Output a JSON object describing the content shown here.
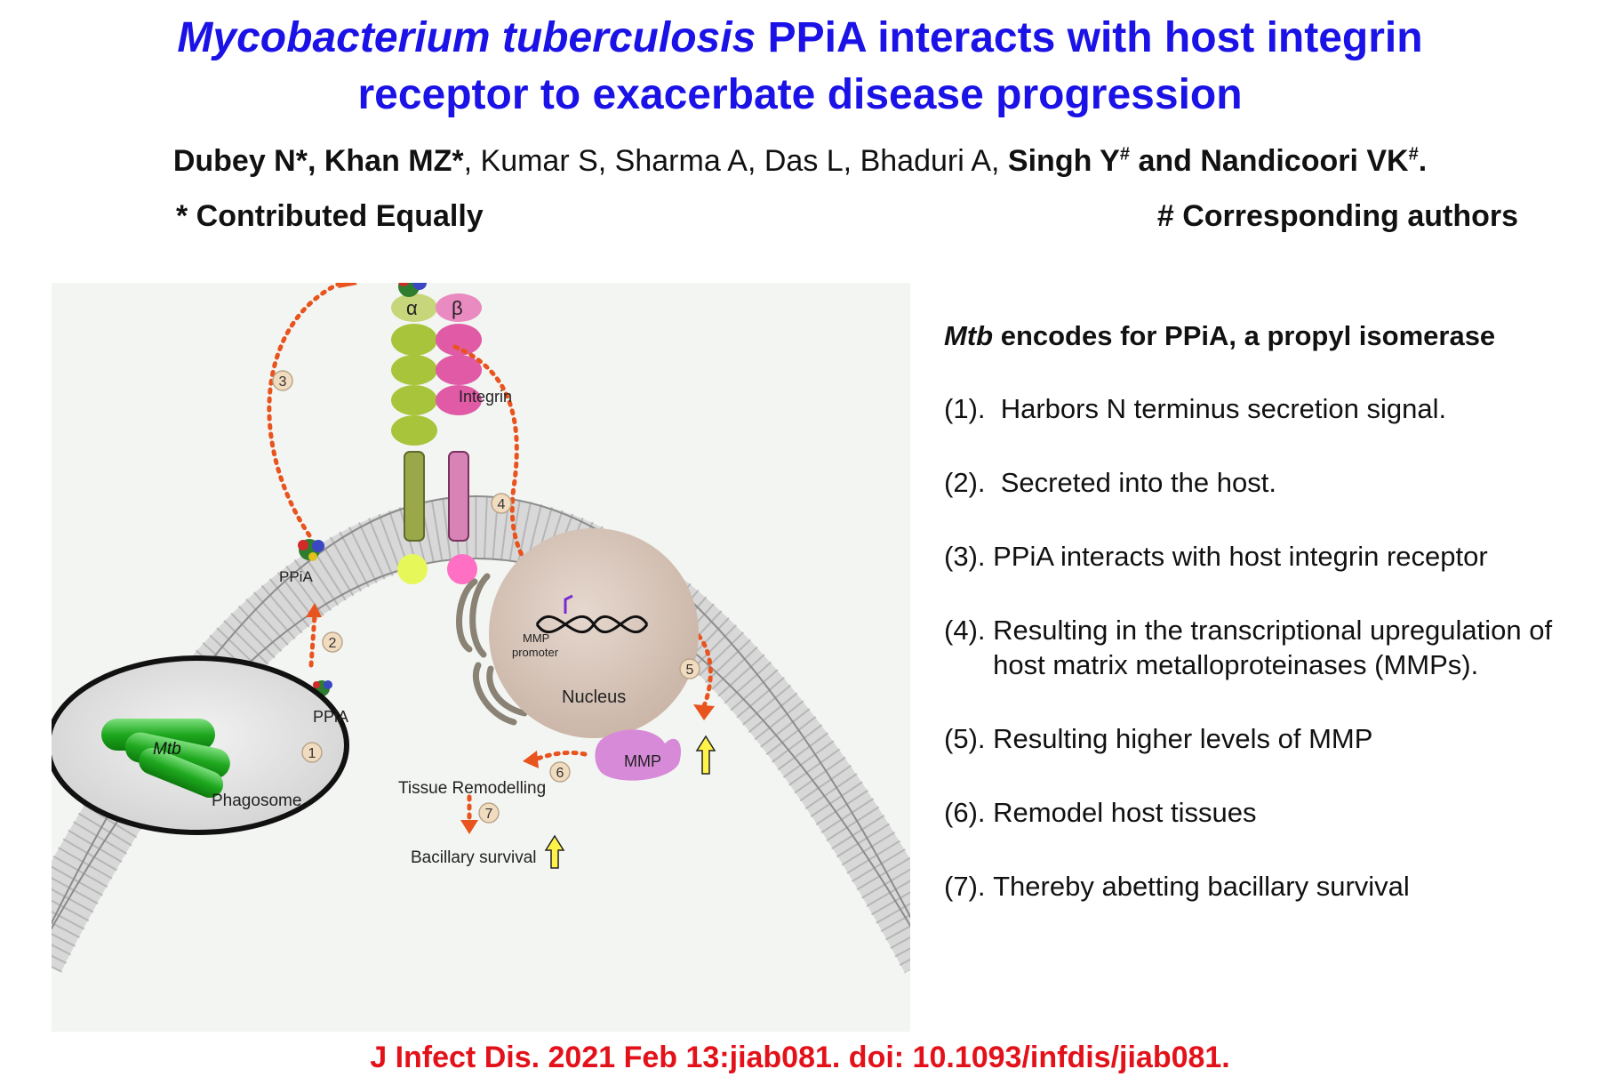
{
  "title": {
    "line1_italic": "Mycobacterium tuberculosis",
    "line1_rest": " PPiA interacts with host integrin",
    "line2": "receptor to exacerbate disease progression"
  },
  "authors": {
    "bold1": "Dubey N*, Khan MZ*",
    "plain": ", Kumar S, Sharma A, Das L, Bhaduri A, ",
    "bold2_name": "Singh Y",
    "bold2_mark": "#",
    "bold3_and": " and Nandicoori VK",
    "bold3_mark": "#",
    "end": "."
  },
  "notes": {
    "contributed": "* Contributed Equally",
    "corresponding": "# Corresponding authors"
  },
  "figure": {
    "labels": {
      "alpha": "α",
      "beta": "β",
      "integrin": "Integrin",
      "ppia_top": "PPiA",
      "ppia_phagosome": "PPiA",
      "mtb": "Mtb",
      "phagosome": "Phagosome",
      "mmp_promoter_1": "MMP",
      "mmp_promoter_2": "promoter",
      "nucleus": "Nucleus",
      "mmp": "MMP",
      "tissue_remodelling": "Tissue Remodelling",
      "bacillary_survival": "Bacillary survival"
    },
    "steps": [
      "1",
      "2",
      "3",
      "4",
      "5",
      "6",
      "7"
    ],
    "colors": {
      "arrow": "#e8531e",
      "alpha_subunit": "#a8c43a",
      "beta_subunit": "#e05aa6",
      "mtb": "#22b022",
      "mmp": "#d78ad8",
      "nucleus": "#d9c7bb",
      "step_badge": "#f2dcc0"
    }
  },
  "summary": {
    "heading_italic": "Mtb",
    "heading_rest": " encodes for PPiA, a propyl isomerase",
    "items": [
      {
        "num": "(1).  ",
        "text": "Harbors N terminus secretion signal."
      },
      {
        "num": "(2).  ",
        "text": "Secreted into the host."
      },
      {
        "num": "(3). ",
        "text": "PPiA interacts with host integrin receptor"
      },
      {
        "num": "(4). ",
        "text": "Resulting in the transcriptional upregulation of host matrix metalloproteinases (MMPs)."
      },
      {
        "num": "(5). ",
        "text": "Resulting higher levels of MMP"
      },
      {
        "num": "(6). ",
        "text": "Remodel host tissues"
      },
      {
        "num": "(7). ",
        "text": "Thereby abetting bacillary survival"
      }
    ]
  },
  "citation": "J Infect Dis. 2021 Feb 13:jiab081. doi: 10.1093/infdis/jiab081."
}
